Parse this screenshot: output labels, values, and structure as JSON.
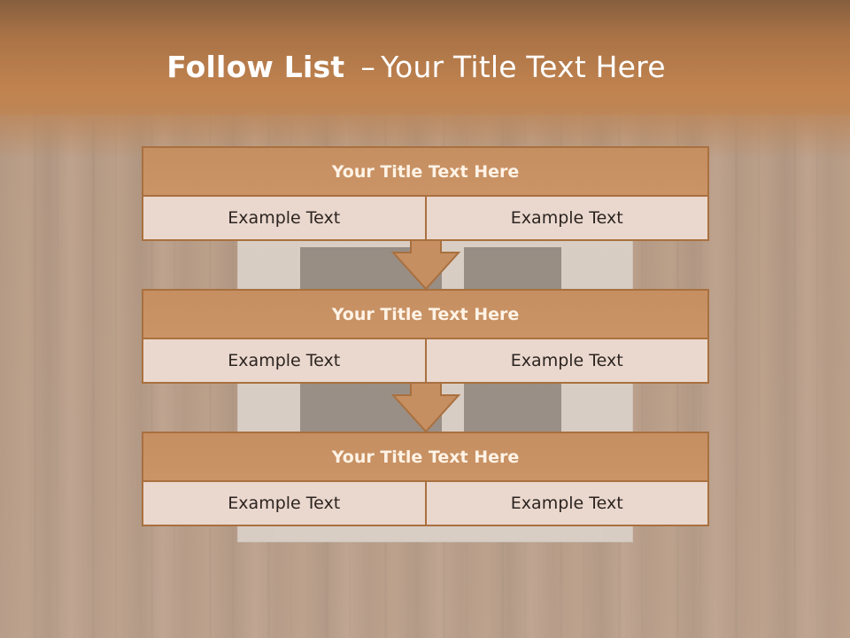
{
  "slide": {
    "title_bold": "Follow List",
    "title_dash": "–",
    "title_rest": "Your Title Text Here"
  },
  "blocks": [
    {
      "title": "Your Title Text Here",
      "left": "Example Text",
      "right": "Example Text"
    },
    {
      "title": "Your Title Text Here",
      "left": "Example Text",
      "right": "Example Text"
    },
    {
      "title": "Your Title Text Here",
      "left": "Example Text",
      "right": "Example Text"
    }
  ],
  "colors": {
    "accent": "#c58f62",
    "border": "#a9703f",
    "cell_bg": "#ead8ce"
  }
}
